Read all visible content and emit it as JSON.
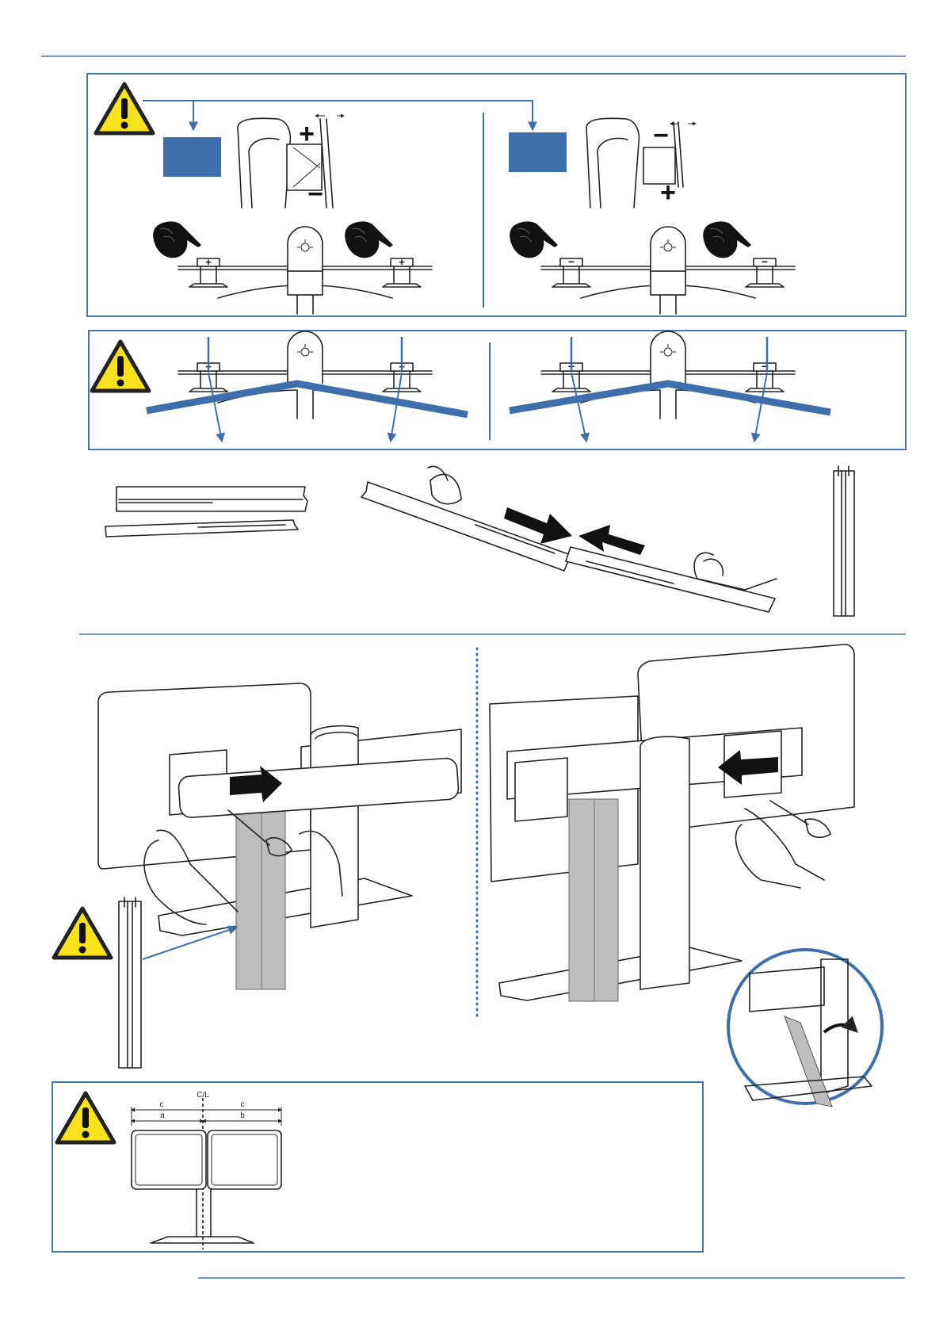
{
  "colors": {
    "accent": "#3f6faa",
    "panel_border": "#4a76b0",
    "warning_yellow": "#f7e21b",
    "strap_gray": "#bdbdbd",
    "ink": "#222222"
  },
  "icons": {
    "warning": "warning-triangle-icon",
    "hand": "pointing-hand-icon",
    "knob": "tension-knob-icon",
    "screwdriver": "screwdriver-icon"
  },
  "glyphs": {
    "plus": "+",
    "minus": "−"
  },
  "dimension_diagram": {
    "centerline_label": "C/L",
    "label_c_left": "c",
    "label_c_right": "c",
    "label_a": "a",
    "label_b": "b"
  }
}
